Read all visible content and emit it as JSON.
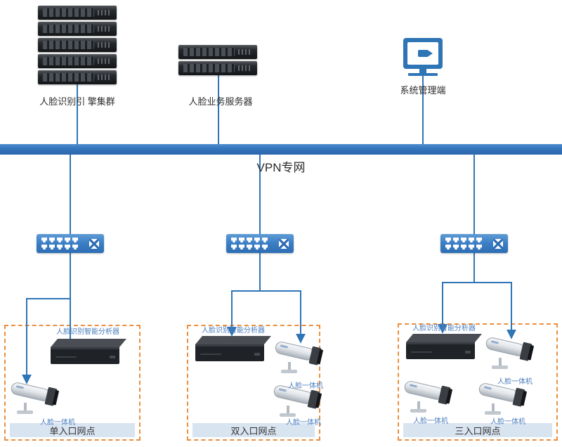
{
  "top": {
    "cluster_label": "人脸识别引 擎集群",
    "server_label": "人脸业务服务器",
    "admin_label": "系统管理端"
  },
  "vpn": {
    "label": "VPN专网"
  },
  "sites": [
    {
      "name": "单入口网点",
      "analyzer": "人脸识别智能分析器",
      "cameras": [
        "人脸一体机"
      ]
    },
    {
      "name": "双入口网点",
      "analyzer": "人脸识别智能分析器",
      "cameras": [
        "人脸一体机",
        "人脸一体机"
      ]
    },
    {
      "name": "三入口网点",
      "analyzer": "人脸识别智能分析器",
      "cameras": [
        "人脸一体机",
        "人脸一体机",
        "人脸一体机"
      ]
    }
  ],
  "colors": {
    "line_blue": "#2e75b6",
    "bar_blue": "#3374bc",
    "switch_blue": "#3a7ec4",
    "dashed_orange": "#eb8f3f",
    "strip_bg": "#d9e4f1",
    "device_label_blue": "#4a7dbe",
    "text_dark": "#2b2b2b"
  }
}
